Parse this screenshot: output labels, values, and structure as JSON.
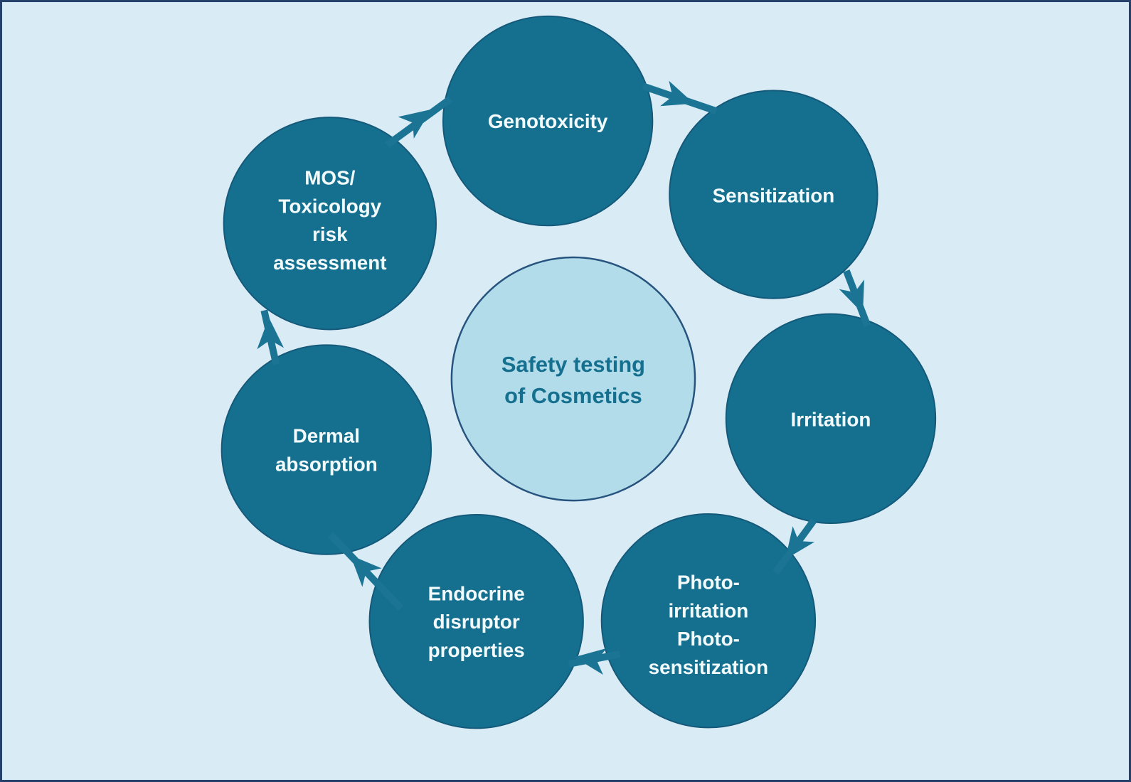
{
  "diagram": {
    "title": "Safety testing of Cosmetics cycle diagram",
    "center": {
      "label": "Safety testing of Cosmetics",
      "lines": [
        "Safety testing",
        "of Cosmetics"
      ]
    },
    "nodes": [
      {
        "label": "Genotoxicity",
        "lines": [
          "Genotoxicity"
        ]
      },
      {
        "label": "Sensitization",
        "lines": [
          "Sensitization"
        ]
      },
      {
        "label": "Irritation",
        "lines": [
          "Irritation"
        ]
      },
      {
        "label": "Photo-irritation Photo-sensitization",
        "lines": [
          "Photo-",
          "irritation",
          "Photo-",
          "sensitization"
        ]
      },
      {
        "label": "Endocrine disruptor properties",
        "lines": [
          "Endocrine",
          "disruptor",
          "properties"
        ]
      },
      {
        "label": "Dermal absorption",
        "lines": [
          "Dermal",
          "absorption"
        ]
      },
      {
        "label": "MOS/ Toxicology risk assessment",
        "lines": [
          "MOS/",
          "Toxicology",
          "risk",
          "assessment"
        ]
      }
    ],
    "flow_direction": "clockwise",
    "colors": {
      "background": "#d9ecf5",
      "frame_border": "#24406b",
      "node_fill": "#15708f",
      "node_stroke": "#14597a",
      "node_text": "#f2fafc",
      "center_fill": "#b2dce9",
      "center_stroke": "#27547e",
      "center_text": "#15708f",
      "arrow": "#1c7495"
    }
  }
}
